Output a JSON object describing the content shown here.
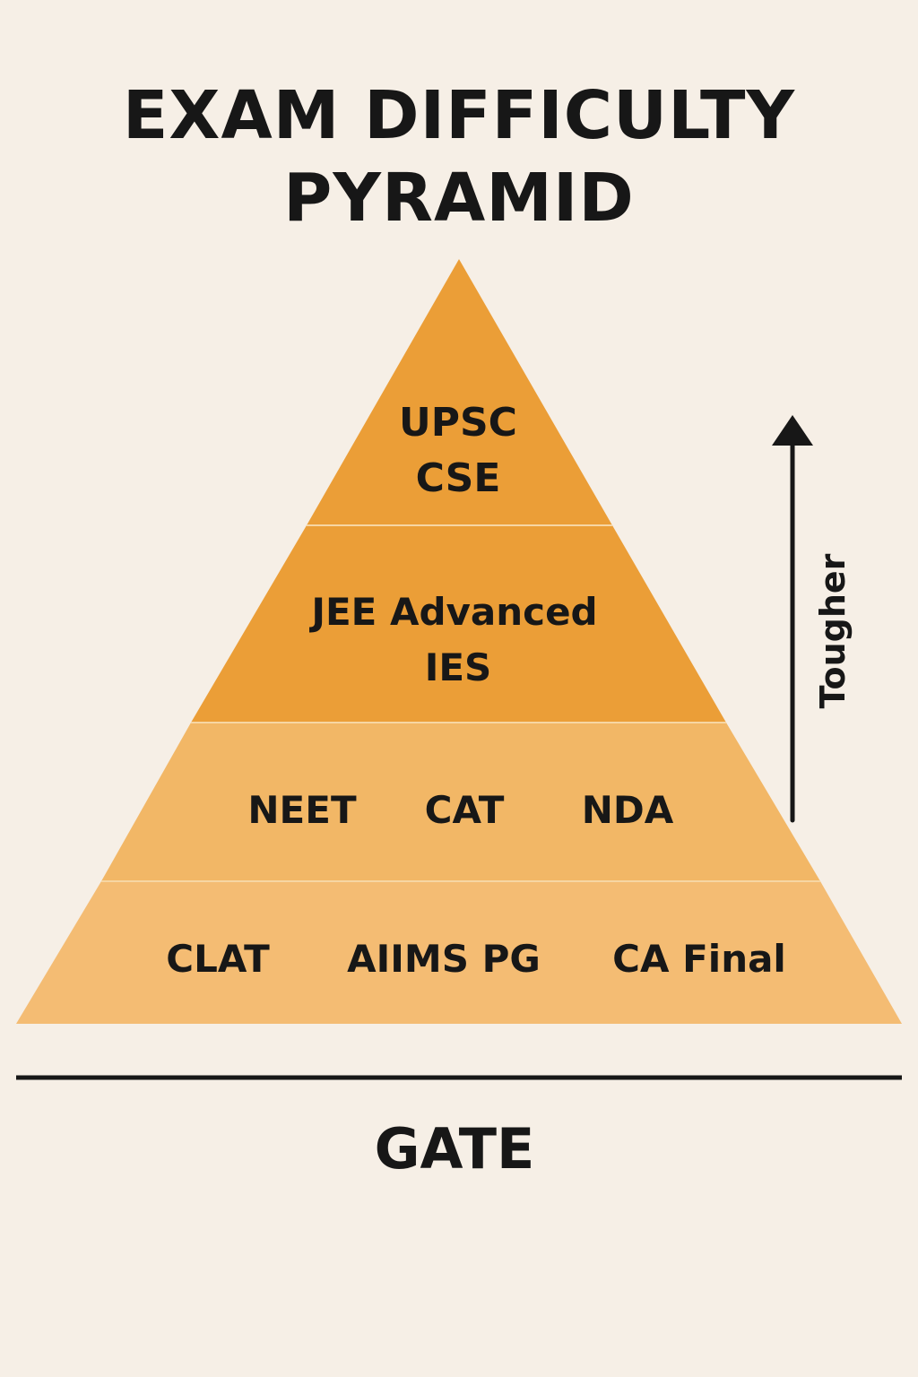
{
  "title": {
    "line1": "EXAM DIFFICULTY",
    "line2": "PYRAMID"
  },
  "pyramid": {
    "tiers": [
      {
        "name": "UPSC CSE",
        "labels": [
          "UPSC",
          "CSE"
        ],
        "color": "#eb9e37"
      },
      {
        "name": "JEE Advanced IES",
        "labels": [
          "JEE Advanced",
          "IES"
        ],
        "color": "#eb9e37"
      },
      {
        "name": "NEET CAT NDA",
        "labels": [
          "NEET",
          "CAT",
          "NDA"
        ],
        "color": "#f2b766"
      },
      {
        "name": "CLAT AIIMS PG CA Final",
        "labels": [
          "CLAT",
          "AIIMS PG",
          "CA Final"
        ],
        "color": "#f4bc73"
      }
    ]
  },
  "arrow": {
    "label": "Tougher",
    "icon": "arrow-up-icon"
  },
  "footer": {
    "label": "GATE"
  },
  "colors": {
    "background": "#f6efe6",
    "text": "#171717",
    "divider": "#171717"
  }
}
